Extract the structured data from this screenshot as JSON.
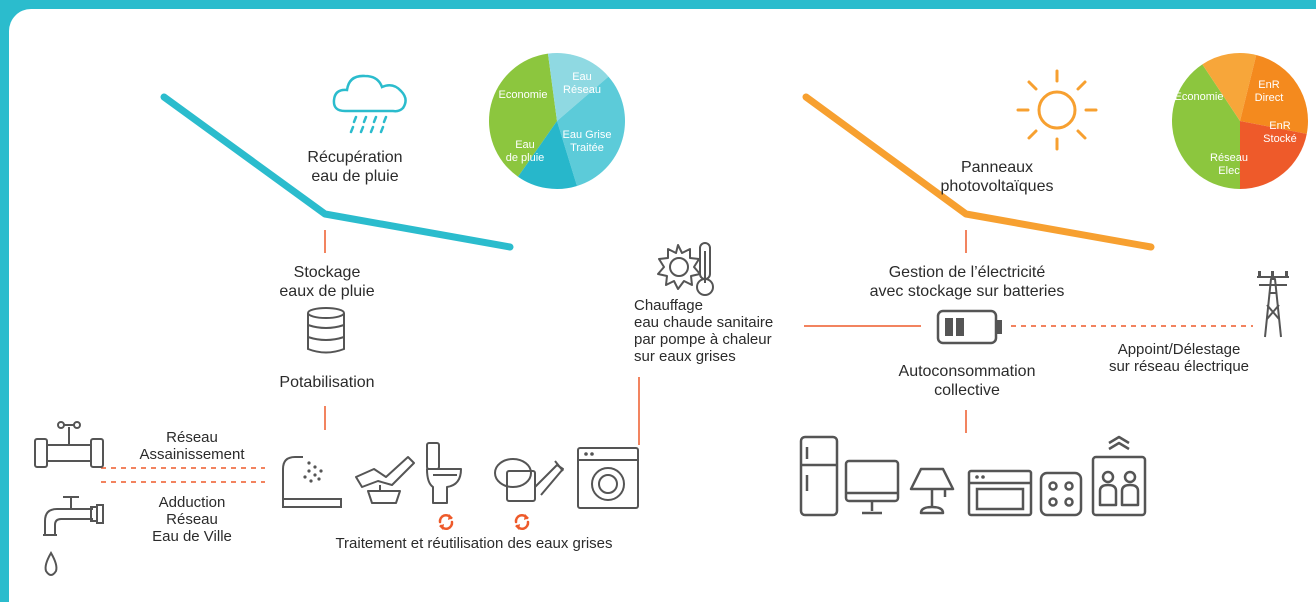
{
  "colors": {
    "frame": "#2bbccd",
    "water_line": "#2bbccd",
    "solar_line": "#f7a030",
    "connector": "#ee5a2a",
    "icon": "#555555",
    "pie_economie": "#8cc63e",
    "pie_eau_reseau": "#8fd9e2",
    "pie_eau_grise": "#5ccbd9",
    "pie_eau_pluie": "#27b7cb",
    "pie_enr_direct": "#f7a63a",
    "pie_enr_stocke": "#f48a1e",
    "pie_reseau_elec": "#ee5a2a"
  },
  "water": {
    "title": "Récupération\neau de pluie",
    "storage": "Stockage\neaux de pluie",
    "potabilisation": "Potabilisation",
    "reseau_assainissement": "Réseau\nAssainissement",
    "adduction": "Adduction\nRéseau\nEau de Ville",
    "traitement": "Traitement et réutilisation des eaux grises",
    "pie": [
      {
        "label": "Economie",
        "share": 0.29
      },
      {
        "label": "Eau\nRéseau",
        "share": 0.12
      },
      {
        "label": "Eau Grise\nTraitée",
        "share": 0.24
      },
      {
        "label": "Eau\nde pluie",
        "share": 0.11
      }
    ]
  },
  "heat": {
    "label": "Chauffage\neau chaude sanitaire\npar pompe à chaleur\nsur eaux grises"
  },
  "solar": {
    "title": "Panneaux\nphotovoltaïques",
    "gestion": "Gestion de l’électricité\navec stockage sur batteries",
    "autoconsommation": "Autoconsommation\ncollective",
    "appoint": "Appoint/Délestage\nsur réseau électrique",
    "pie": [
      {
        "label": "Economie",
        "share": 0.37
      },
      {
        "label": "EnR\nDirect",
        "share": 0.12
      },
      {
        "label": "EnR\nStocké",
        "share": 0.22
      },
      {
        "label": "Réseau\nElec",
        "share": 0.2
      }
    ]
  },
  "icons": {
    "cloud": "rain-cloud-icon",
    "sun": "sun-icon",
    "tank": "storage-tank-icon",
    "pipe": "pipe-icon",
    "tap": "water-tap-icon",
    "shower": "shower-icon",
    "dishwasher": "dishwasher-icon",
    "toilet": "toilet-icon",
    "watering_can": "watering-can-icon",
    "washing_machine": "washing-machine-icon",
    "heat_pump": "heat-pump-thermometer-icon",
    "battery": "battery-icon",
    "pylon": "power-pylon-icon",
    "fridge": "fridge-icon",
    "monitor": "monitor-icon",
    "lamp": "lamp-icon",
    "oven": "oven-icon",
    "cooktop": "cooktop-icon",
    "elevator": "elevator-icon",
    "recycle": "recycle-icon"
  }
}
